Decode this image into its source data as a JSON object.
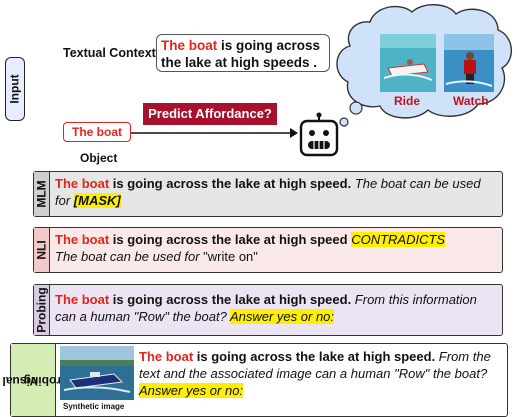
{
  "top": {
    "input_label": "Input",
    "textual_context_label": "Textual Context",
    "context_subject": "The boat",
    "context_rest": " is going across the lake at high speeds .",
    "object_value": "The boat",
    "object_label": "Object",
    "predict_label": "Predict Affordance?",
    "thought_labels": [
      "Ride",
      "Watch"
    ]
  },
  "panels": {
    "mlm": {
      "tag": "MLM",
      "subject": "The boat",
      "sentence": " is going across the lake at high speed.",
      "prompt": " The boat can be used for ",
      "mask": "[MASK]"
    },
    "nli": {
      "tag": "NLI",
      "subject": "The boat",
      "sentence": " is going across the lake at high speed ",
      "keyword": "CONTRADICTS",
      "hypothesis": "The boat can be used for ",
      "hypothesis_quote": "\"write on\""
    },
    "probing": {
      "tag": "Probing",
      "subject": "The boat",
      "sentence": " is going across the lake at high speed.",
      "question": " From this information can a human \"Row\" the boat? ",
      "answer": "Answer yes or no:"
    },
    "visual": {
      "tag_line1": "Visual",
      "tag_line2": "probing",
      "subject": "The boat",
      "sentence": " is going across the lake at high speed.",
      "question": " From the text and the associated image can a human \"Row\" the boat? ",
      "answer": "Answer yes or no:",
      "image_caption": "Synthetic image"
    }
  },
  "colors": {
    "accent_red": "#e0251b",
    "predict_bg": "#a8112d",
    "highlight": "#ffee00",
    "mlm_bg": "#e6e6e6",
    "nli_bg": "#fbe9e9",
    "probing_bg": "#ece4f2",
    "visual_tag_bg": "#d4edb4",
    "cloud_bg": "#cfe2fa"
  }
}
